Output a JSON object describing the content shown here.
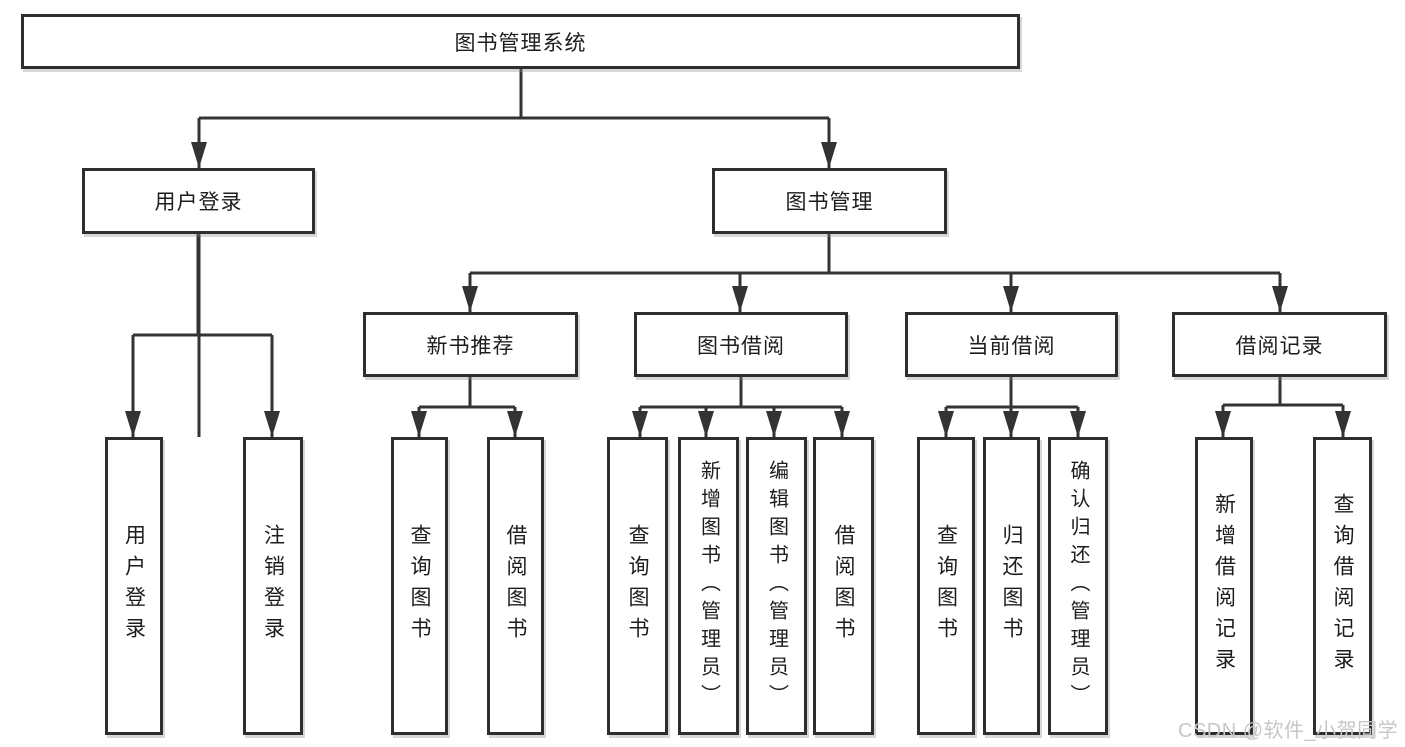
{
  "diagram": {
    "type": "tree",
    "title": "图书管理系统",
    "tree": {
      "label": "图书管理系统",
      "children": [
        {
          "label": "用户登录",
          "children": [
            {
              "label": "用户登录"
            },
            {
              "label": "注销登录"
            }
          ]
        },
        {
          "label": "图书管理",
          "children": [
            {
              "label": "新书推荐",
              "children": [
                {
                  "label": "查询图书"
                },
                {
                  "label": "借阅图书"
                }
              ]
            },
            {
              "label": "图书借阅",
              "children": [
                {
                  "label": "查询图书"
                },
                {
                  "label": "新增图书（管理员）"
                },
                {
                  "label": "编辑图书（管理员）"
                },
                {
                  "label": "借阅图书"
                }
              ]
            },
            {
              "label": "当前借阅",
              "children": [
                {
                  "label": "查询图书"
                },
                {
                  "label": "归还图书"
                },
                {
                  "label": "确认归还（管理员）"
                }
              ]
            },
            {
              "label": "借阅记录",
              "children": [
                {
                  "label": "新增借阅记录"
                },
                {
                  "label": "查询借阅记录"
                }
              ]
            }
          ]
        }
      ]
    }
  },
  "watermark": {
    "text": "CSDN @软件_小贺同学"
  },
  "colors": {
    "line": "#333333",
    "box_border": "#2e2e2e",
    "text": "#1d1d1d",
    "watermark": "#c7c7c7",
    "background": "#ffffff"
  }
}
